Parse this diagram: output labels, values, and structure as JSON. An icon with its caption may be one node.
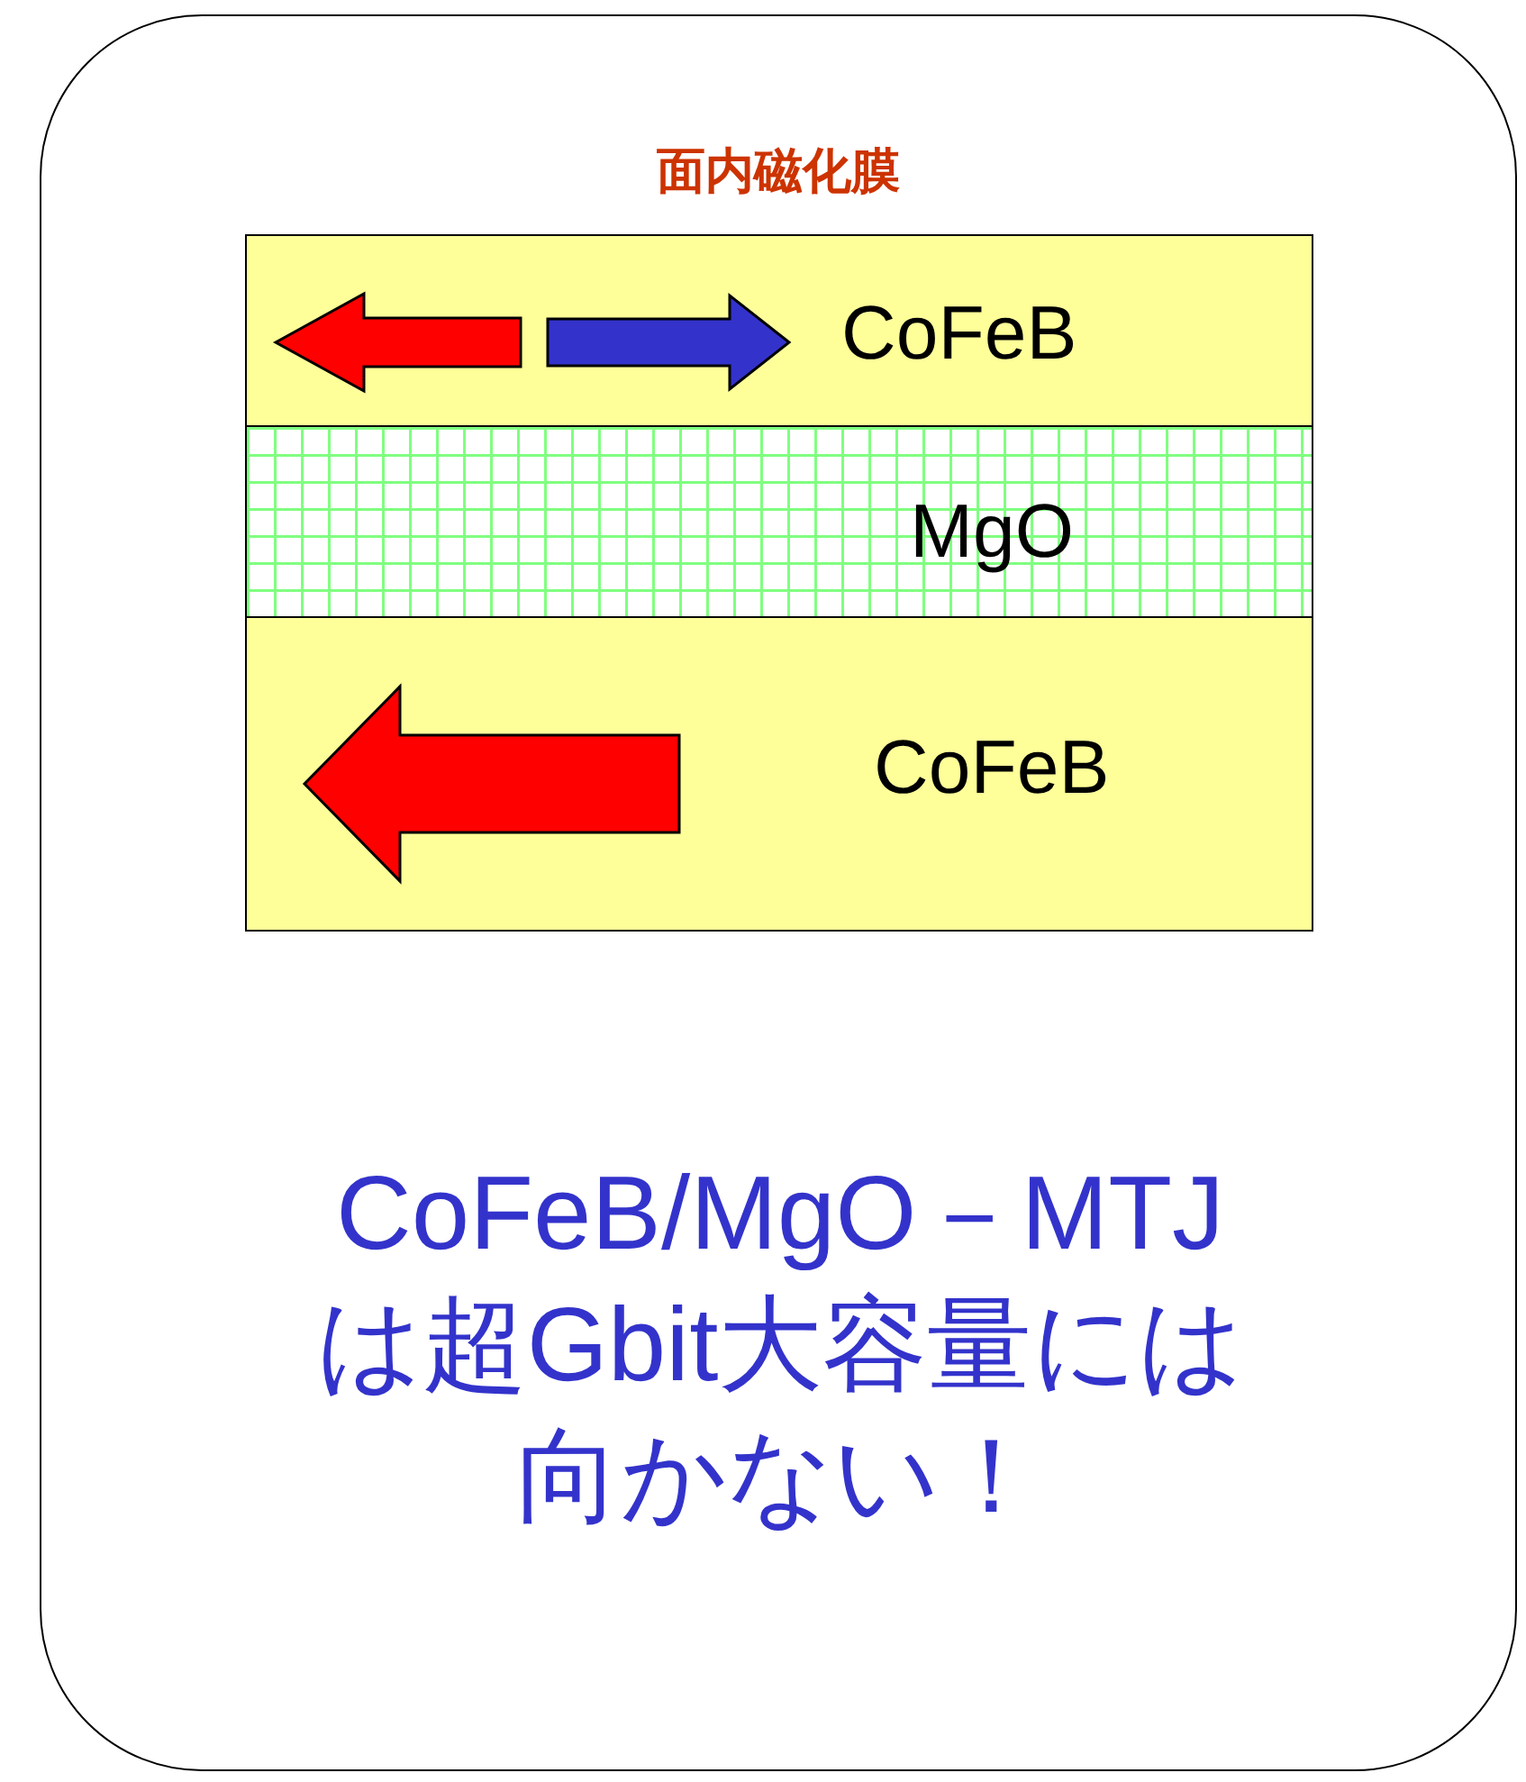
{
  "diagram": {
    "nodes": [
      {
        "text": [
          "面内磁化膜",
          "CoFeB/MgO－MTJは超Gbit大容量には向かない！"
        ]
      },
      {
        "text": [
          "CoFeB"
        ],
        "in": 0
      },
      {
        "text": [
          "MgO"
        ],
        "in": 0
      },
      {
        "text": [
          "CoFeB"
        ],
        "in": 0
      }
    ]
  }
}
